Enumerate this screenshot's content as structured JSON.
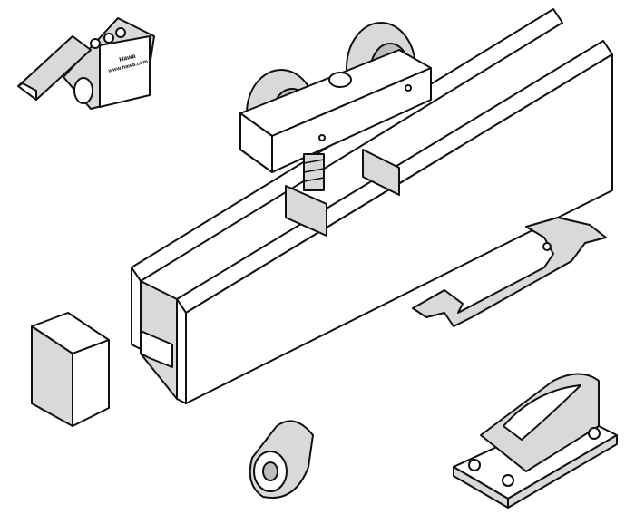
{
  "figure": {
    "parts": [
      "trolley-clip",
      "roller-carriage",
      "track-profile",
      "end-cap",
      "wrench",
      "rubber-stop",
      "floor-guide"
    ],
    "label_text": [
      "Hawa",
      "www.hawa.com"
    ]
  }
}
